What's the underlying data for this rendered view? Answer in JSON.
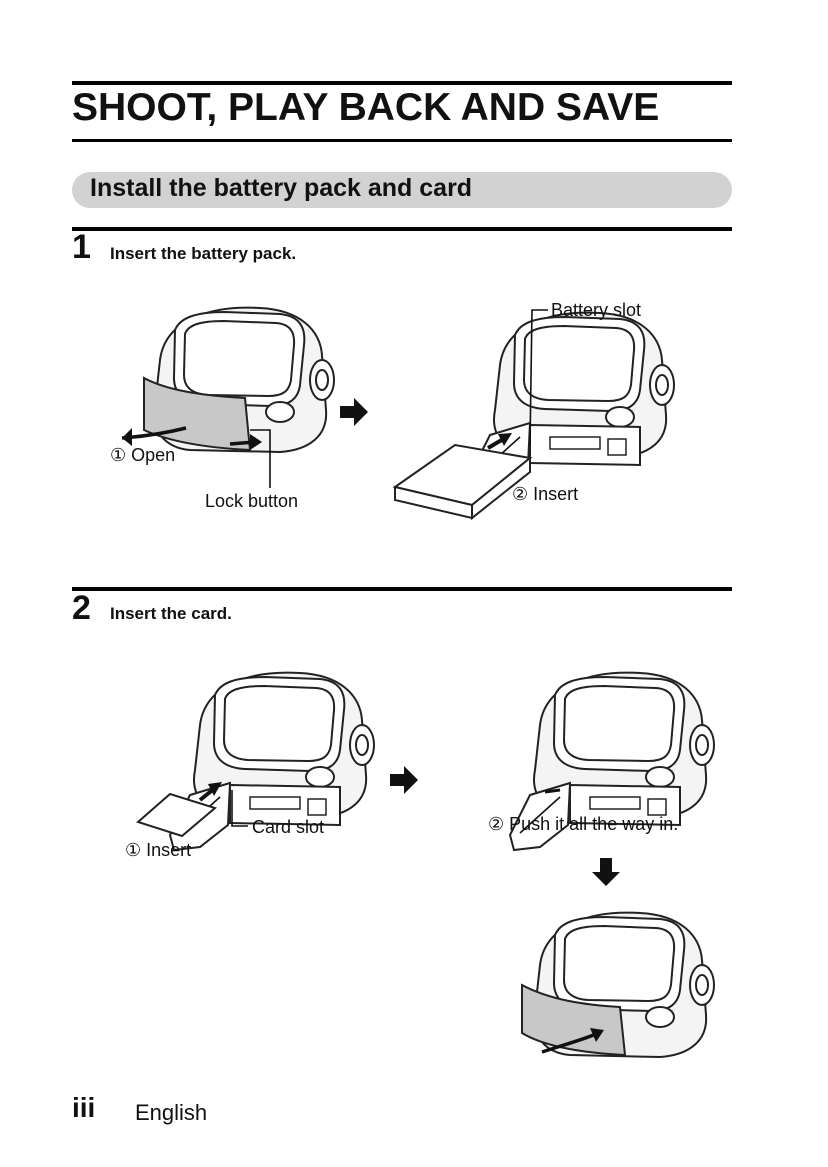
{
  "page_title": "SHOOT, PLAY BACK AND SAVE",
  "section_heading": "Install the battery pack and card",
  "steps": [
    {
      "number": "1",
      "instruction": "Insert the battery pack.",
      "labels": {
        "open": "① Open",
        "lock_button": "Lock button",
        "battery_slot": "Battery slot",
        "insert": "② Insert"
      }
    },
    {
      "number": "2",
      "instruction": "Insert the card.",
      "labels": {
        "card_slot": "Card slot",
        "insert": "① Insert",
        "push": "② Push it all the way in."
      }
    }
  ],
  "footer": {
    "page_number": "iii",
    "language": "English"
  },
  "colors": {
    "section_band": "#d2d2d2",
    "rule": "#000000"
  }
}
